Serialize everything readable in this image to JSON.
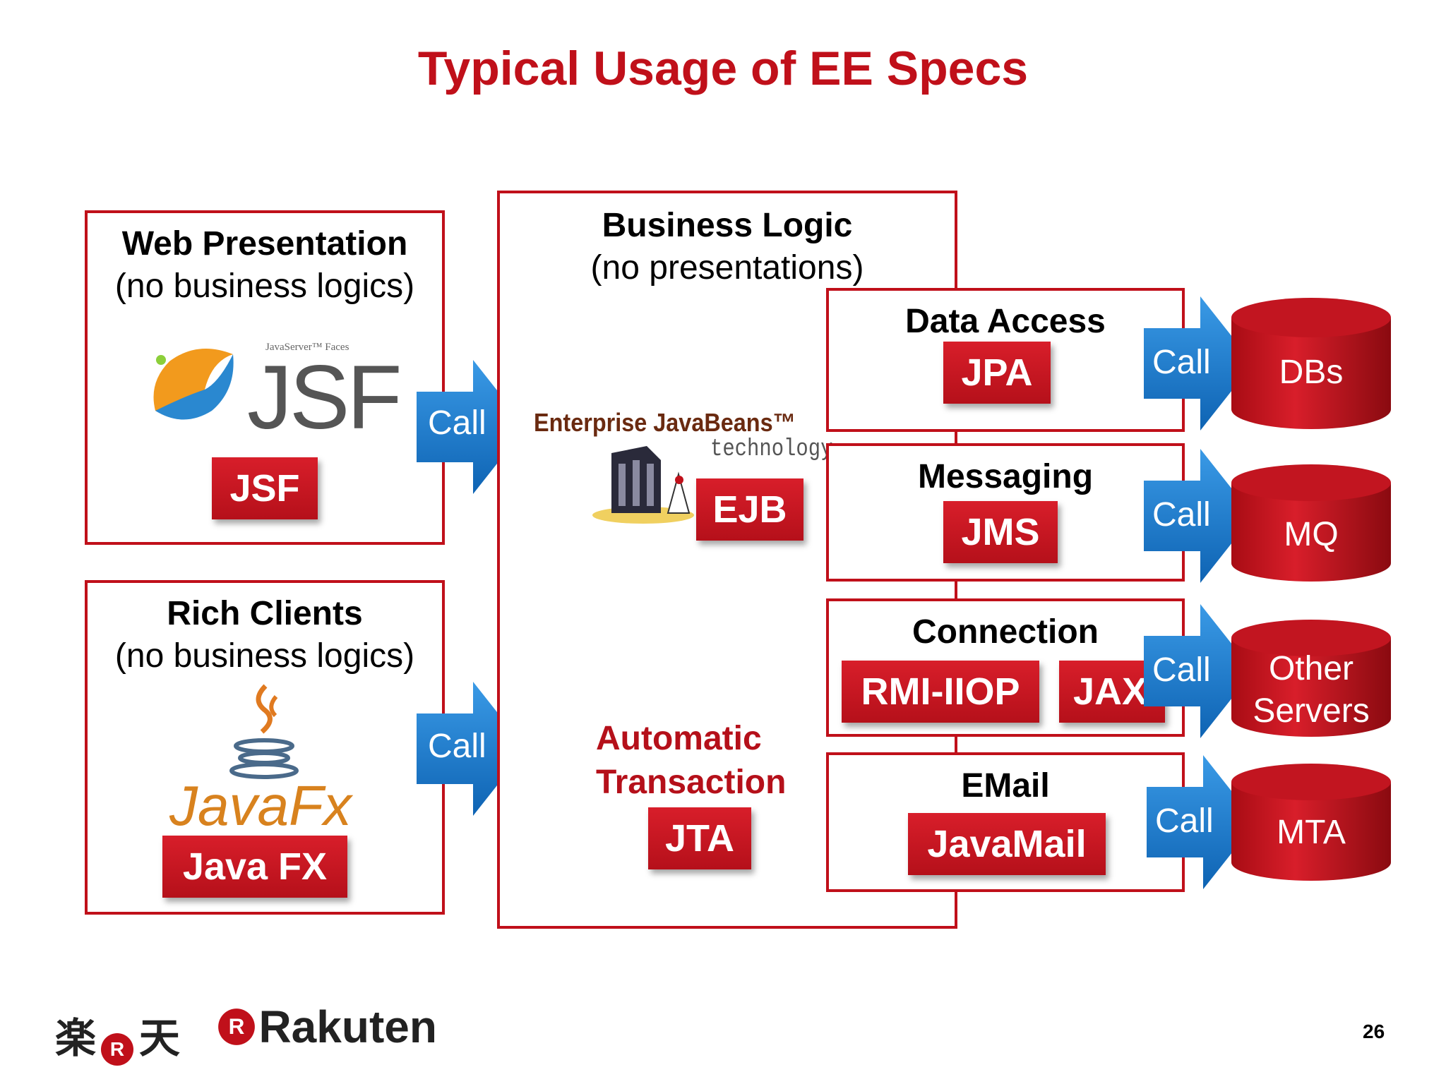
{
  "title": "Typical Usage of EE Specs",
  "left_boxes": [
    {
      "heading": "Web Presentation",
      "subheading": "(no business logics)",
      "logo_text": "JSF",
      "logo_small": "JavaServer™ Faces",
      "tag": "JSF"
    },
    {
      "heading": "Rich Clients",
      "subheading": "(no business logics)",
      "logo_text": "JavaFx",
      "tag": "Java FX"
    }
  ],
  "arrows": {
    "call_label": "Call"
  },
  "business": {
    "heading": "Business Logic",
    "subheading": "(no presentations)",
    "ejb_logo_line1": "Enterprise JavaBeans™",
    "ejb_logo_line2": "technology",
    "ejb_tag": "EJB",
    "auto_line1": "Automatic",
    "auto_line2": "Transaction",
    "jta_tag": "JTA"
  },
  "services": [
    {
      "heading": "Data Access",
      "tags": [
        "JPA"
      ],
      "target": [
        "DBs"
      ]
    },
    {
      "heading": "Messaging",
      "tags": [
        "JMS"
      ],
      "target": [
        "MQ"
      ]
    },
    {
      "heading": "Connection",
      "tags": [
        "RMI-IIOP",
        "JAX"
      ],
      "target": [
        "Other",
        "Servers"
      ]
    },
    {
      "heading": "EMail",
      "tags": [
        "JavaMail"
      ],
      "target": [
        "MTA"
      ]
    }
  ],
  "footer": {
    "kanji": "楽天",
    "brand": "Rakuten",
    "page": "26"
  },
  "colors": {
    "accent": "#c0101a",
    "arrow": "#1a7fd0"
  }
}
